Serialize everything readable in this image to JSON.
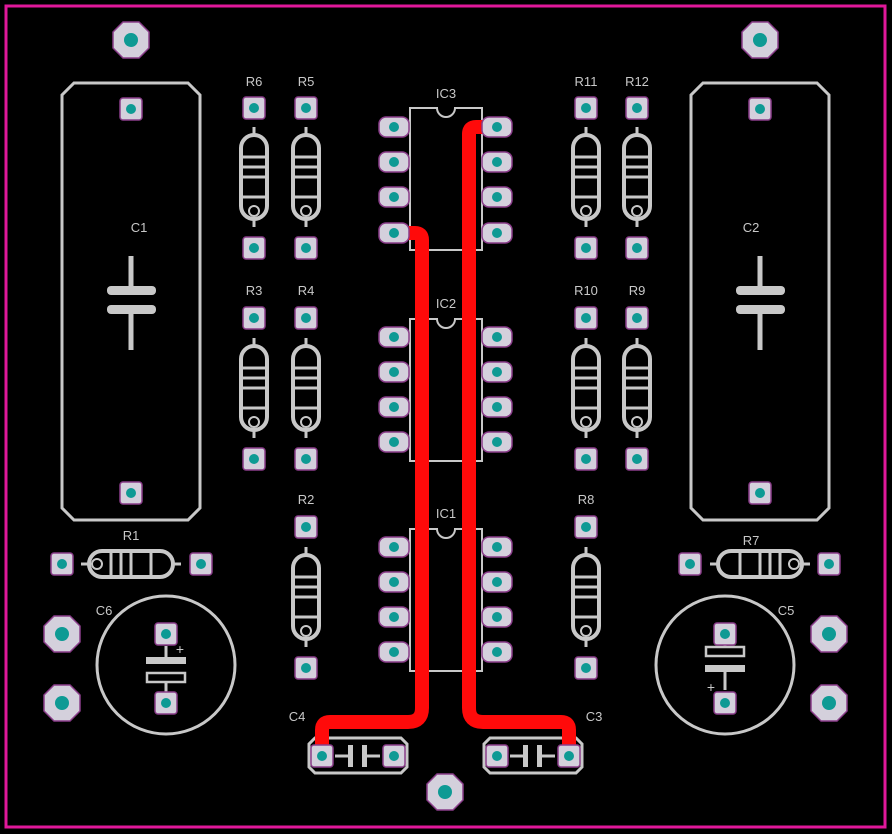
{
  "colors": {
    "background": "#000000",
    "board_outline": "#e0189a",
    "silkscreen": "#c8c8c8",
    "pad_fill": "#d4d0dc",
    "pad_border": "#8a3d8a",
    "pad_hole": "#0e9a94",
    "trace": "#ff0a0a"
  },
  "labels": {
    "C1": "C1",
    "C2": "C2",
    "C3": "C3",
    "C4": "C4",
    "C5": "C5",
    "C6": "C6",
    "IC1": "IC1",
    "IC2": "IC2",
    "IC3": "IC3",
    "R1": "R1",
    "R2": "R2",
    "R3": "R3",
    "R4": "R4",
    "R5": "R5",
    "R6": "R6",
    "R7": "R7",
    "R8": "R8",
    "R9": "R9",
    "R10": "R10",
    "R11": "R11",
    "R12": "R12"
  },
  "polarity": {
    "plus": "+"
  }
}
